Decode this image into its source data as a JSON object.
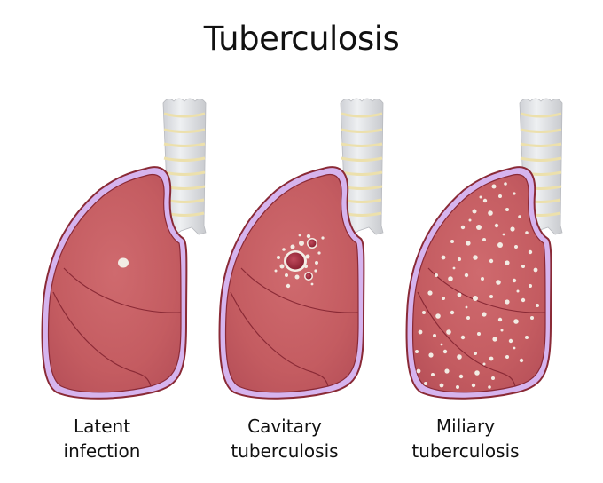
{
  "title": "Tuberculosis",
  "colors": {
    "lung_fill": "#c75f64",
    "lung_outline": "#8a2a36",
    "pleura": "#d6b4ee",
    "trachea": "#dfe0e4",
    "cartilage": "#ede2b0",
    "lesion": "#f2ece4"
  },
  "panels": [
    {
      "id": "latent",
      "label_line1": "Latent",
      "label_line2": "infection"
    },
    {
      "id": "cavitary",
      "label_line1": "Cavitary",
      "label_line2": "tuberculosis"
    },
    {
      "id": "miliary",
      "label_line1": "Miliary",
      "label_line2": "tuberculosis"
    }
  ]
}
